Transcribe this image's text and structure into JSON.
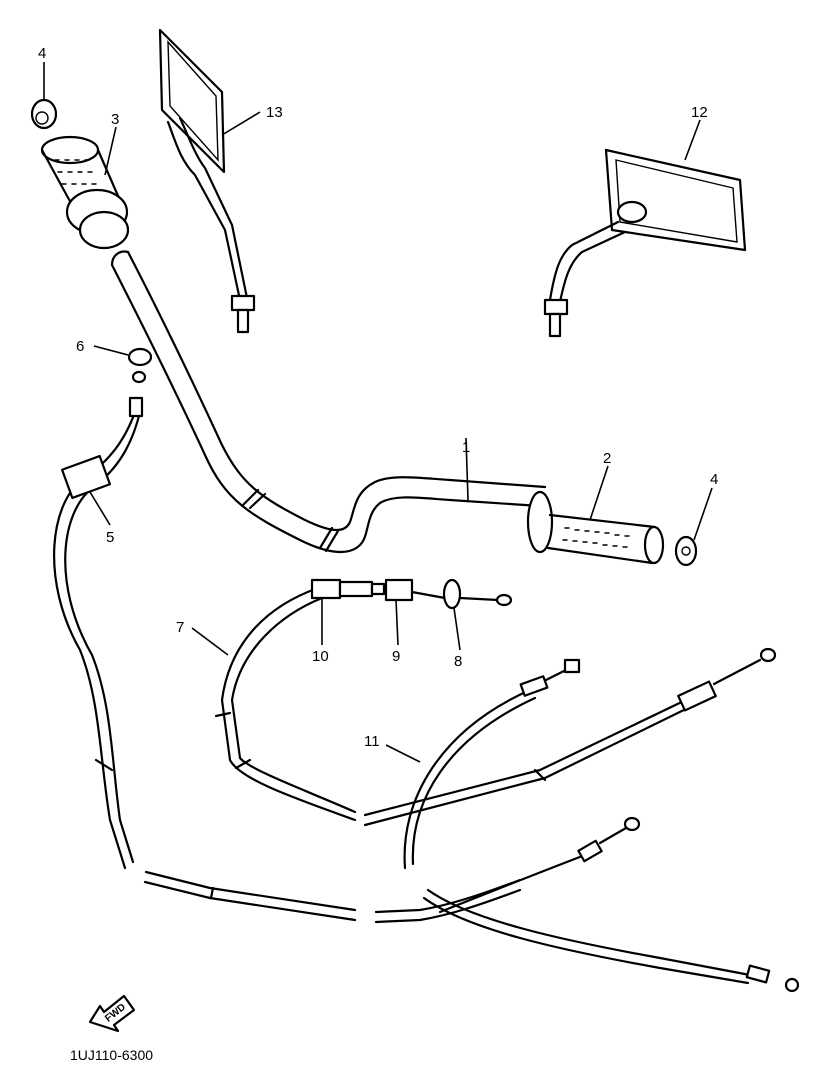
{
  "callouts": [
    {
      "id": "c1",
      "label": "1"
    },
    {
      "id": "c2",
      "label": "2"
    },
    {
      "id": "c3",
      "label": "3"
    },
    {
      "id": "c4a",
      "label": "4"
    },
    {
      "id": "c4b",
      "label": "4"
    },
    {
      "id": "c5",
      "label": "5"
    },
    {
      "id": "c6",
      "label": "6"
    },
    {
      "id": "c7",
      "label": "7"
    },
    {
      "id": "c8",
      "label": "8"
    },
    {
      "id": "c9",
      "label": "9"
    },
    {
      "id": "c10",
      "label": "10"
    },
    {
      "id": "c11",
      "label": "11"
    },
    {
      "id": "c12",
      "label": "12"
    },
    {
      "id": "c13",
      "label": "13"
    }
  ],
  "fwd_label": "FWD",
  "doc_number": "1UJ110-6300"
}
